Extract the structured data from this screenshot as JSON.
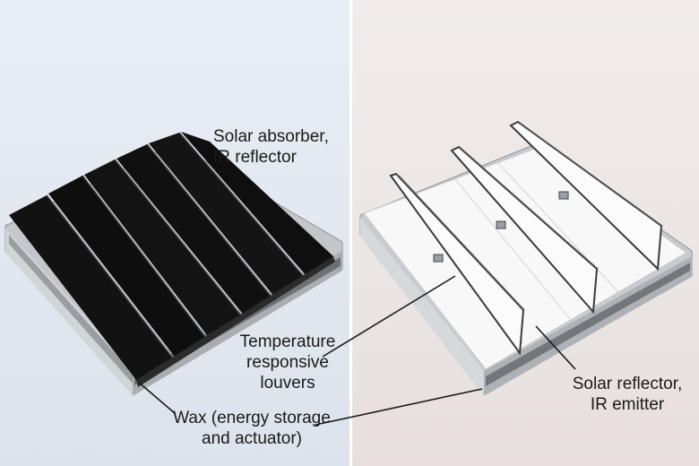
{
  "labels": {
    "solar_absorber": {
      "line1": "Solar absorber,",
      "line2": "IR reflector"
    },
    "louvers": {
      "line1": "Temperature",
      "line2": "responsive",
      "line3": "louvers"
    },
    "wax": {
      "line1": "Wax (energy storage",
      "line2": "and actuator)"
    },
    "solar_reflector": {
      "line1": "Solar reflector,",
      "line2": "IR emitter"
    }
  },
  "colors": {
    "left_background": "#e4e9f0",
    "right_background": "#ede7e5",
    "absorber_black": "#111111",
    "reflector_white": "#f7f7f7",
    "frame_gray": "#b9bcc0"
  }
}
